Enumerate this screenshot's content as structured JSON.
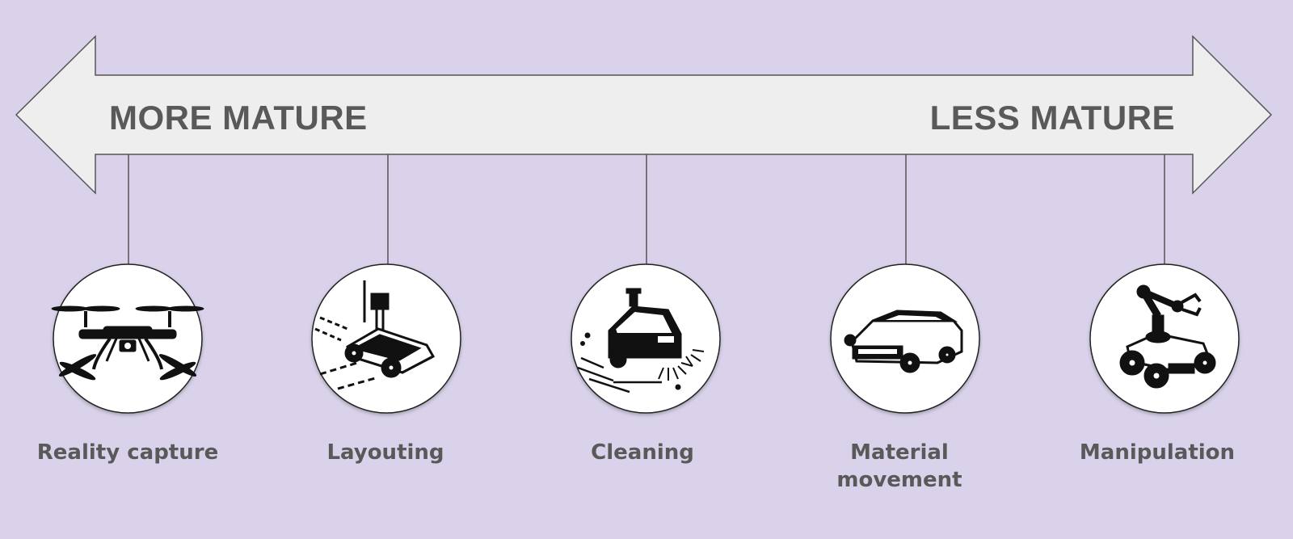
{
  "arrow": {
    "left_label": "MORE MATURE",
    "right_label": "LESS MATURE"
  },
  "items": [
    {
      "label": "Reality capture",
      "icon": "drone-icon"
    },
    {
      "label": "Layouting",
      "icon": "layout-robot-icon"
    },
    {
      "label": "Cleaning",
      "icon": "sweeper-icon"
    },
    {
      "label_line1": "Material",
      "label_line2": "movement",
      "icon": "agv-icon"
    },
    {
      "label": "Manipulation",
      "icon": "robot-arm-icon"
    }
  ],
  "colors": {
    "background": "#d9d2ea",
    "arrow_fill": "#eeeeee",
    "text": "#595959",
    "icon": "#111111"
  }
}
